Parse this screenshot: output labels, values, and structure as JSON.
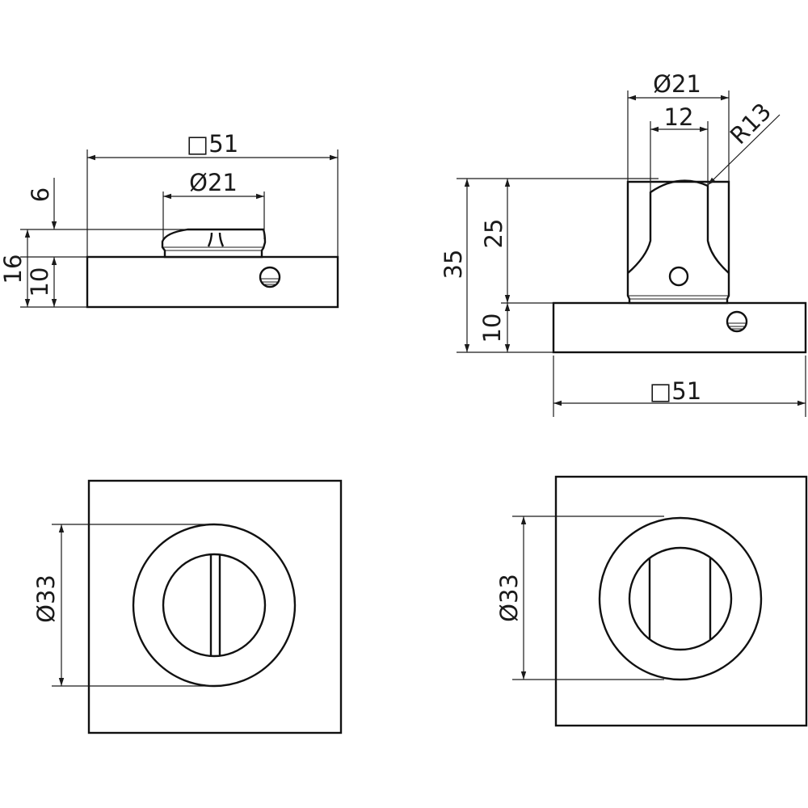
{
  "views": {
    "side_knob": {
      "dims": {
        "width": "□51",
        "knob_diameter": "Ø21",
        "knob_height": "6",
        "total_height": "16",
        "rose_height": "10"
      }
    },
    "side_turn": {
      "dims": {
        "diameter": "Ø21",
        "width": "12",
        "radius": "R13",
        "total_height": "35",
        "turn_height": "25",
        "rose_height": "10",
        "rose_width": "□51"
      }
    },
    "front_knob": {
      "dims": {
        "ring_diameter": "Ø33"
      }
    },
    "front_turn": {
      "dims": {
        "ring_diameter": "Ø33"
      }
    }
  }
}
